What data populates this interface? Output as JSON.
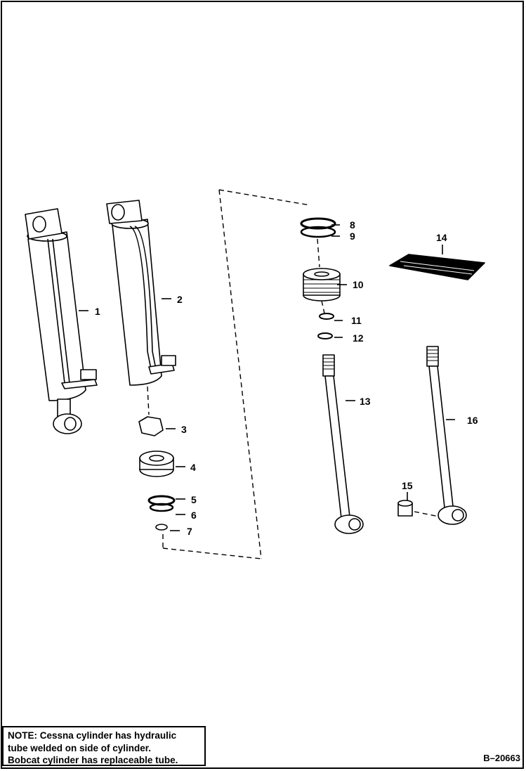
{
  "parts": [
    {
      "id": "part-1",
      "number": "1"
    },
    {
      "id": "part-2",
      "number": "2"
    },
    {
      "id": "part-3",
      "number": "3"
    },
    {
      "id": "part-4",
      "number": "4"
    },
    {
      "id": "part-5",
      "number": "5"
    },
    {
      "id": "part-6",
      "number": "6"
    },
    {
      "id": "part-7",
      "number": "7"
    },
    {
      "id": "part-8",
      "number": "8"
    },
    {
      "id": "part-9",
      "number": "9"
    },
    {
      "id": "part-10",
      "number": "10"
    },
    {
      "id": "part-11",
      "number": "11"
    },
    {
      "id": "part-12",
      "number": "12"
    },
    {
      "id": "part-13",
      "number": "13"
    },
    {
      "id": "part-14",
      "number": "14"
    },
    {
      "id": "part-15",
      "number": "15"
    },
    {
      "id": "part-16",
      "number": "16"
    }
  ],
  "note": {
    "lines": [
      "NOTE: Cessna cylinder has hydraulic",
      "tube welded on side of cylinder.",
      "Bobcat cylinder has replaceable tube."
    ]
  },
  "figure_ref": "B–20663",
  "colors": {
    "ink": "#000000",
    "paper": "#ffffff"
  }
}
